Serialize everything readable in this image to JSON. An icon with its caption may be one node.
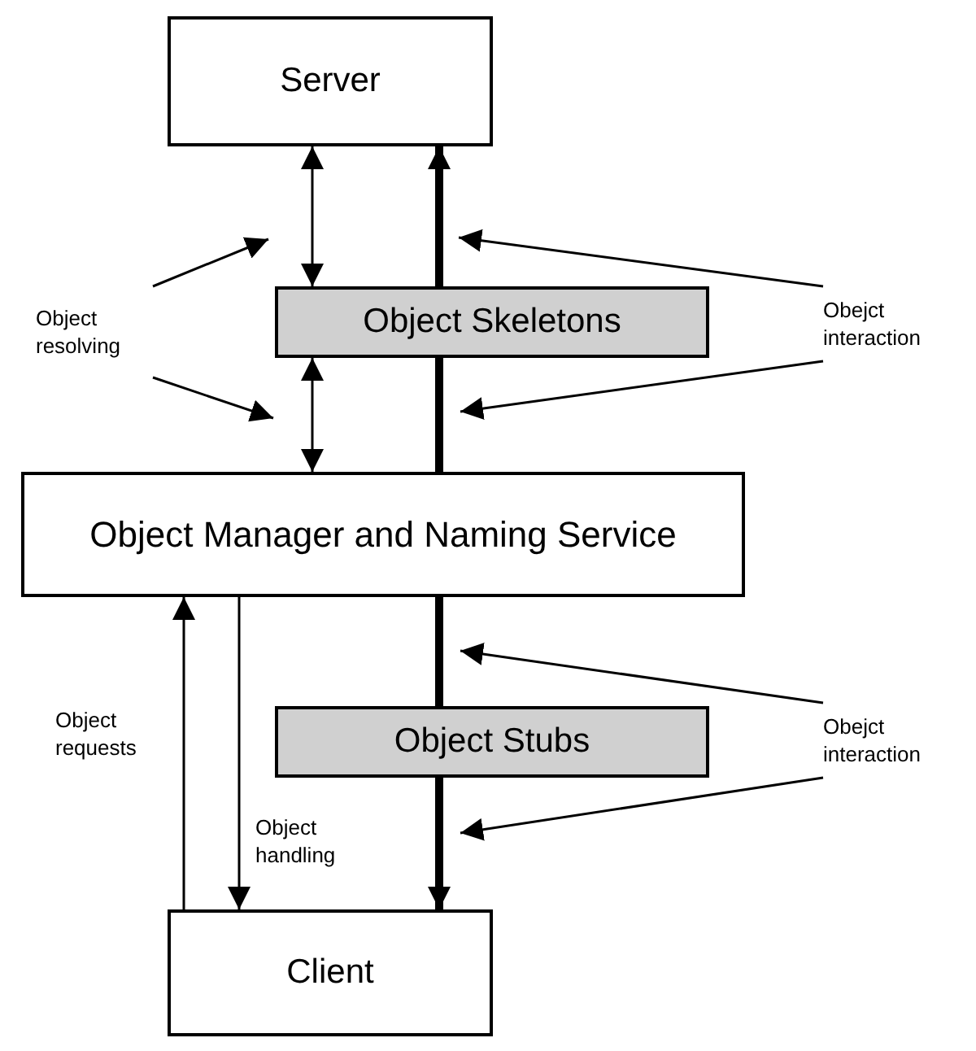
{
  "diagram": {
    "nodes": [
      {
        "text": [
          "Server"
        ]
      },
      {
        "text": [
          "Object Skeletons"
        ]
      },
      {
        "text": [
          "Object Manager and Naming Service"
        ]
      },
      {
        "text": [
          "Object Stubs"
        ]
      },
      {
        "text": [
          "Client"
        ]
      },
      {
        "text": [
          "Object resolving"
        ]
      },
      {
        "text": [
          "Obejct interaction"
        ]
      },
      {
        "text": [
          "Obejct interaction"
        ]
      }
    ],
    "edges": [
      {
        "from": 0,
        "to": 1,
        "arrow": "both"
      },
      {
        "from": 1,
        "to": 2,
        "arrow": "both"
      },
      {
        "from": 1,
        "to": 0,
        "arrow": "to",
        "style": "thick"
      },
      {
        "from": 2,
        "to": 1,
        "arrow": "none",
        "style": "thick"
      },
      {
        "from": 2,
        "to": 3,
        "arrow": "none",
        "style": "thick"
      },
      {
        "from": 3,
        "to": 4,
        "arrow": "to",
        "style": "thick"
      },
      {
        "from": 4,
        "to": 2,
        "arrow": "to",
        "label": "Object requests"
      },
      {
        "from": 2,
        "to": 4,
        "arrow": "to",
        "label": "Object handling"
      },
      {
        "from": 5,
        "to": null,
        "arrow": "to"
      },
      {
        "from": 5,
        "to": null,
        "arrow": "to"
      },
      {
        "from": 6,
        "to": null,
        "arrow": "to"
      },
      {
        "from": 6,
        "to": null,
        "arrow": "to"
      },
      {
        "from": 7,
        "to": null,
        "arrow": "to"
      },
      {
        "from": 7,
        "to": null,
        "arrow": "to"
      }
    ]
  }
}
